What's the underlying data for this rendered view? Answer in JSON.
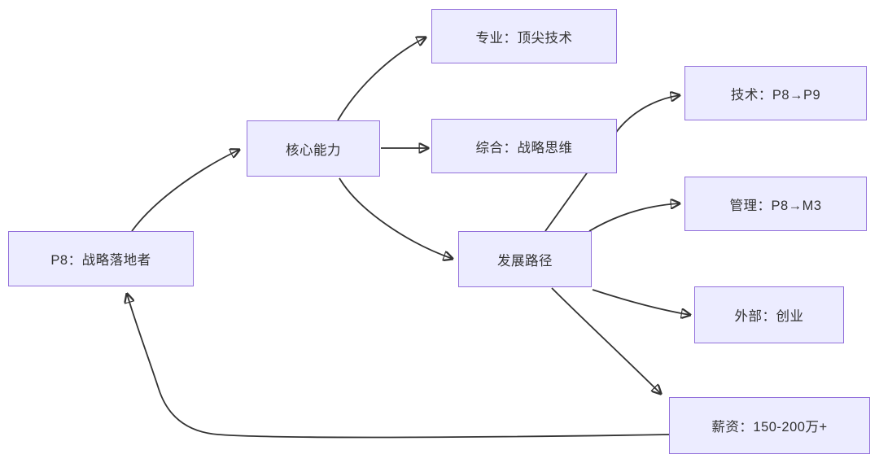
{
  "diagram": {
    "type": "flowchart",
    "background_color": "#ffffff",
    "node_fill_color": "#ECECFF",
    "node_border_color": "#9370DB",
    "edge_color": "#333333",
    "text_color": "#333333",
    "nodes": [
      {
        "id": "p8",
        "label": "P8：战略落地者"
      },
      {
        "id": "core",
        "label": "核心能力"
      },
      {
        "id": "pro",
        "label": "专业：顶尖技术"
      },
      {
        "id": "comp",
        "label": "综合：战略思维"
      },
      {
        "id": "path",
        "label": "发展路径"
      },
      {
        "id": "tech",
        "label": "技术：P8→P9"
      },
      {
        "id": "mgmt",
        "label": "管理：P8→M3"
      },
      {
        "id": "ext",
        "label": "外部：创业"
      },
      {
        "id": "salary",
        "label": "薪资：150-200万+"
      }
    ],
    "edges": [
      {
        "from": "p8",
        "to": "core"
      },
      {
        "from": "core",
        "to": "pro"
      },
      {
        "from": "core",
        "to": "comp"
      },
      {
        "from": "core",
        "to": "path"
      },
      {
        "from": "path",
        "to": "tech"
      },
      {
        "from": "path",
        "to": "mgmt"
      },
      {
        "from": "path",
        "to": "ext"
      },
      {
        "from": "path",
        "to": "salary"
      },
      {
        "from": "salary",
        "to": "p8"
      }
    ]
  }
}
